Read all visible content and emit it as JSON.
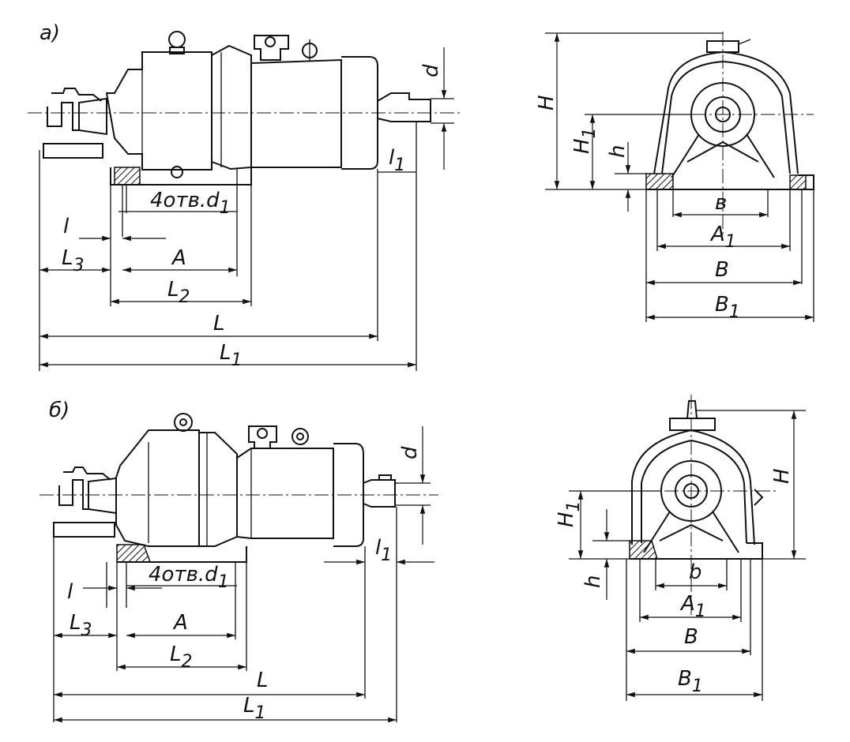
{
  "views": {
    "a": {
      "title": "а)",
      "side": {
        "d": "d",
        "l1": "l",
        "l1_sub": "1",
        "holes": "4отв.d",
        "holes_sub": "1",
        "l": "l",
        "L3": "L",
        "L3_sub": "3",
        "A": "A",
        "L2": "L",
        "L2_sub": "2",
        "L": "L",
        "L1": "L",
        "L1_sub": "1"
      },
      "front": {
        "H": "H",
        "H1": "H",
        "H1_sub": "1",
        "h": "h",
        "b": "в",
        "A1": "A",
        "A1_sub": "1",
        "B": "B",
        "B1": "B",
        "B1_sub": "1"
      }
    },
    "b": {
      "title": "б)",
      "side": {
        "d": "d",
        "l1": "l",
        "l1_sub": "1",
        "holes": "4отв.d",
        "holes_sub": "1",
        "l": "l",
        "L3": "L",
        "L3_sub": "3",
        "A": "A",
        "L2": "L",
        "L2_sub": "2",
        "L": "L",
        "L1": "L",
        "L1_sub": "1"
      },
      "front": {
        "H": "H",
        "H1": "H",
        "H1_sub": "1",
        "h": "h",
        "b": "b",
        "A1": "A",
        "A1_sub": "1",
        "B": "B",
        "B1": "B",
        "B1_sub": "1"
      }
    }
  }
}
